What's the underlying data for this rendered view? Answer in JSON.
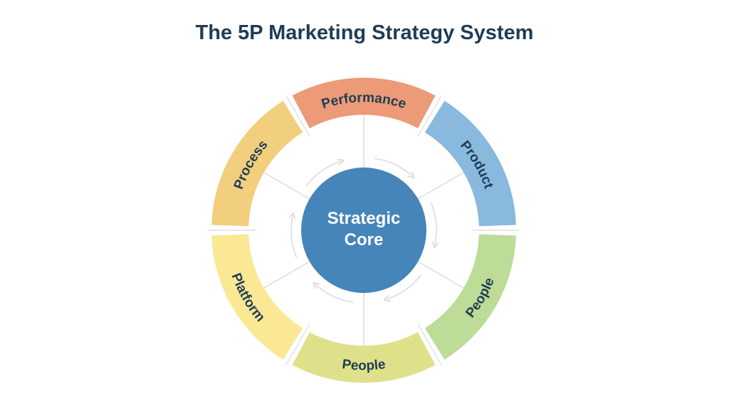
{
  "title": "The 5P Marketing Strategy System",
  "core": {
    "line1": "Strategic",
    "line2": "Core",
    "color": "#4585b9"
  },
  "segments": [
    {
      "label": "Performance",
      "color": "#ec9a77"
    },
    {
      "label": "Product",
      "color": "#89b9dd"
    },
    {
      "label": "People",
      "color": "#bcdc97"
    },
    {
      "label": "People",
      "color": "#dfe08a"
    },
    {
      "label": "Platform",
      "color": "#fbe894"
    },
    {
      "label": "Process",
      "color": "#f1cf7c"
    }
  ],
  "text_color": "#1f3d55"
}
